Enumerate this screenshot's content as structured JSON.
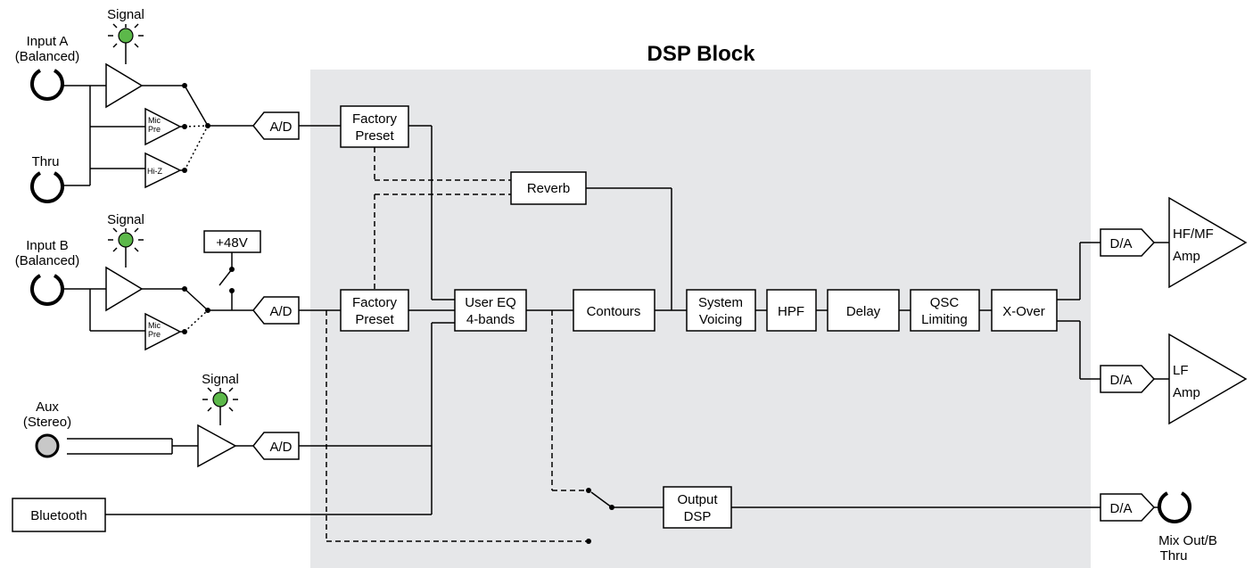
{
  "title": "DSP Block",
  "colors": {
    "dsp_background": "#e6e7e9",
    "signal_led": "#5cb84a",
    "aux_jack": "#c8c8c8"
  },
  "labels": {
    "signal_a": "Signal",
    "signal_b": "Signal",
    "signal_aux": "Signal",
    "input_a_line1": "Input A",
    "input_a_line2": "(Balanced)",
    "thru": "Thru",
    "input_b_line1": "Input B",
    "input_b_line2": "(Balanced)",
    "aux_line1": "Aux",
    "aux_line2": "(Stereo)",
    "bluetooth": "Bluetooth",
    "phantom": "+48V",
    "mic_pre_1": "Mic",
    "mic_pre_2": "Pre",
    "hi_z": "Hi-Z",
    "ad": "A/D",
    "da": "D/A",
    "factory_preset_1": "Factory",
    "factory_preset_2": "Preset",
    "reverb": "Reverb",
    "user_eq_1": "User EQ",
    "user_eq_2": "4-bands",
    "contours": "Contours",
    "system_voicing_1": "System",
    "system_voicing_2": "Voicing",
    "hpf": "HPF",
    "delay": "Delay",
    "qsc_limiting_1": "QSC",
    "qsc_limiting_2": "Limiting",
    "x_over": "X-Over",
    "hf_amp_1": "HF/MF",
    "hf_amp_2": "Amp",
    "lf_amp_1": "LF",
    "lf_amp_2": "Amp",
    "output_dsp_1": "Output",
    "output_dsp_2": "DSP",
    "mix_out_1": "Mix Out/B",
    "mix_out_2": "Thru"
  }
}
